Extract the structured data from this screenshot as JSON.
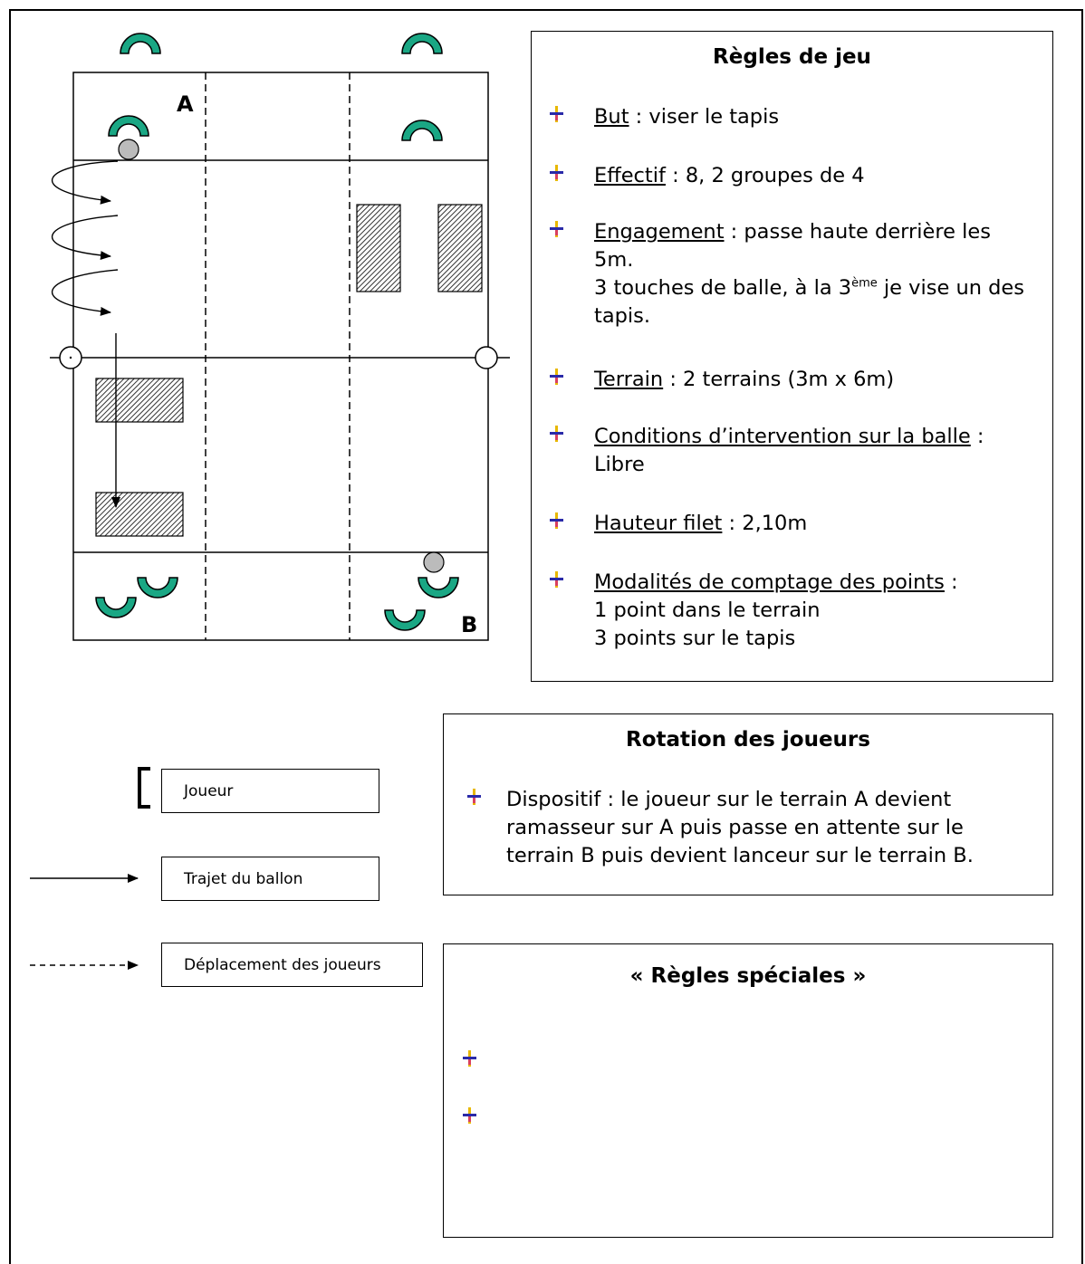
{
  "court": {
    "label_a": "A",
    "label_b": "B"
  },
  "rules": {
    "title": "Règles de jeu",
    "items": [
      {
        "label": "But",
        "text": " : viser le tapis"
      },
      {
        "label": "Effectif",
        "text": " : 8, 2 groupes de 4"
      },
      {
        "label": "Engagement",
        "text": " : passe haute derrière les 5m.",
        "line2a": "3 touches de balle, à la 3",
        "sup": "ème",
        "line2b": " je vise un des tapis."
      },
      {
        "label": "Terrain",
        "text": " : 2 terrains (3m x 6m)"
      },
      {
        "label": "Conditions d’intervention sur la balle",
        "text": " :",
        "line2": "Libre"
      },
      {
        "label": "Hauteur filet",
        "text": " : 2,10m"
      },
      {
        "label": "Modalités de comptage des points",
        "text": " :",
        "line2": "1 point dans le terrain",
        "line3": "3 points sur le tapis"
      }
    ]
  },
  "rotation": {
    "title": "Rotation des joueurs",
    "text": "Dispositif : le joueur sur le terrain A devient ramasseur sur A puis passe en attente sur le terrain B puis devient lanceur sur le terrain B."
  },
  "special": {
    "title": "« Règles spéciales »"
  },
  "legend": {
    "player": "Joueur",
    "ball_path": "Trajet du ballon",
    "player_move": "Déplacement des joueurs"
  },
  "colors": {
    "player": "#1aa784",
    "ball": "#bbbbbb",
    "bullet_gold": "#e8b800",
    "bullet_blue": "#2a2aa8",
    "bullet_red": "#d84060"
  }
}
